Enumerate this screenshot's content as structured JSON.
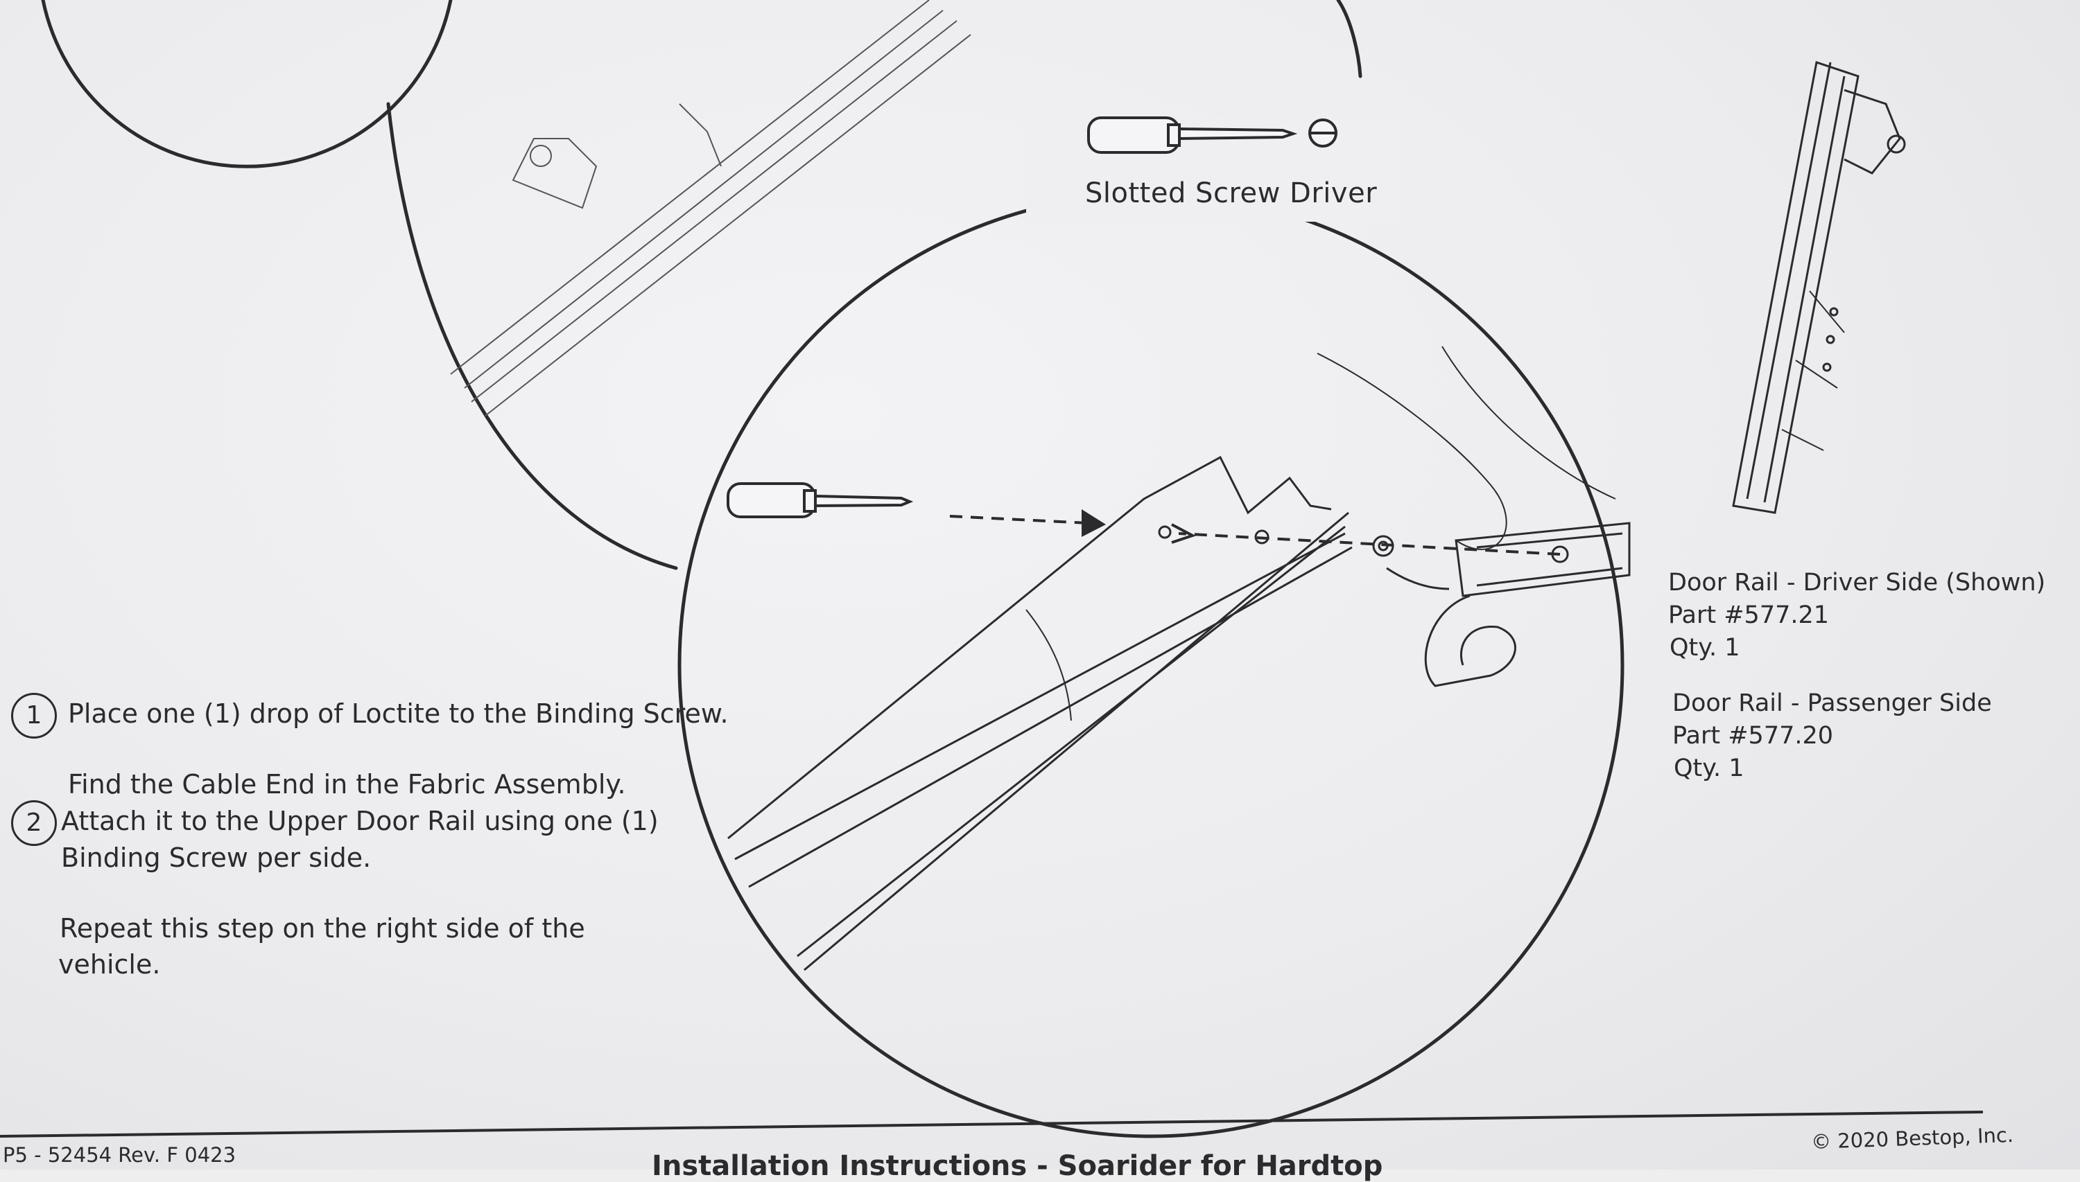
{
  "tool": {
    "label": "Slotted Screw Driver",
    "icon": "slotted-screwdriver-icon"
  },
  "steps": [
    {
      "number": "1",
      "lines": [
        "Place one (1) drop of Loctite to the Binding Screw."
      ]
    },
    {
      "number": "2",
      "lines": [
        "Find the Cable End in the Fabric Assembly.",
        "Attach it to the Upper Door Rail using one (1)",
        "Binding Screw per side."
      ]
    }
  ],
  "repeat_note": [
    "Repeat this step on the right side of the",
    "vehicle."
  ],
  "parts": [
    {
      "name": "Door Rail - Driver Side (Shown)",
      "part": "Part #577.21",
      "qty": "Qty. 1"
    },
    {
      "name": "Door Rail - Passenger Side",
      "part": "Part #577.20",
      "qty": "Qty. 1"
    }
  ],
  "footer": {
    "doc_code": "P5 - 52454  Rev. F  0423",
    "title": "Installation Instructions - Soarider for Hardtop",
    "copyright": "© 2020 Bestop, Inc."
  },
  "colors": {
    "paper": "#eeeeef",
    "ink": "#2b2b2e"
  }
}
